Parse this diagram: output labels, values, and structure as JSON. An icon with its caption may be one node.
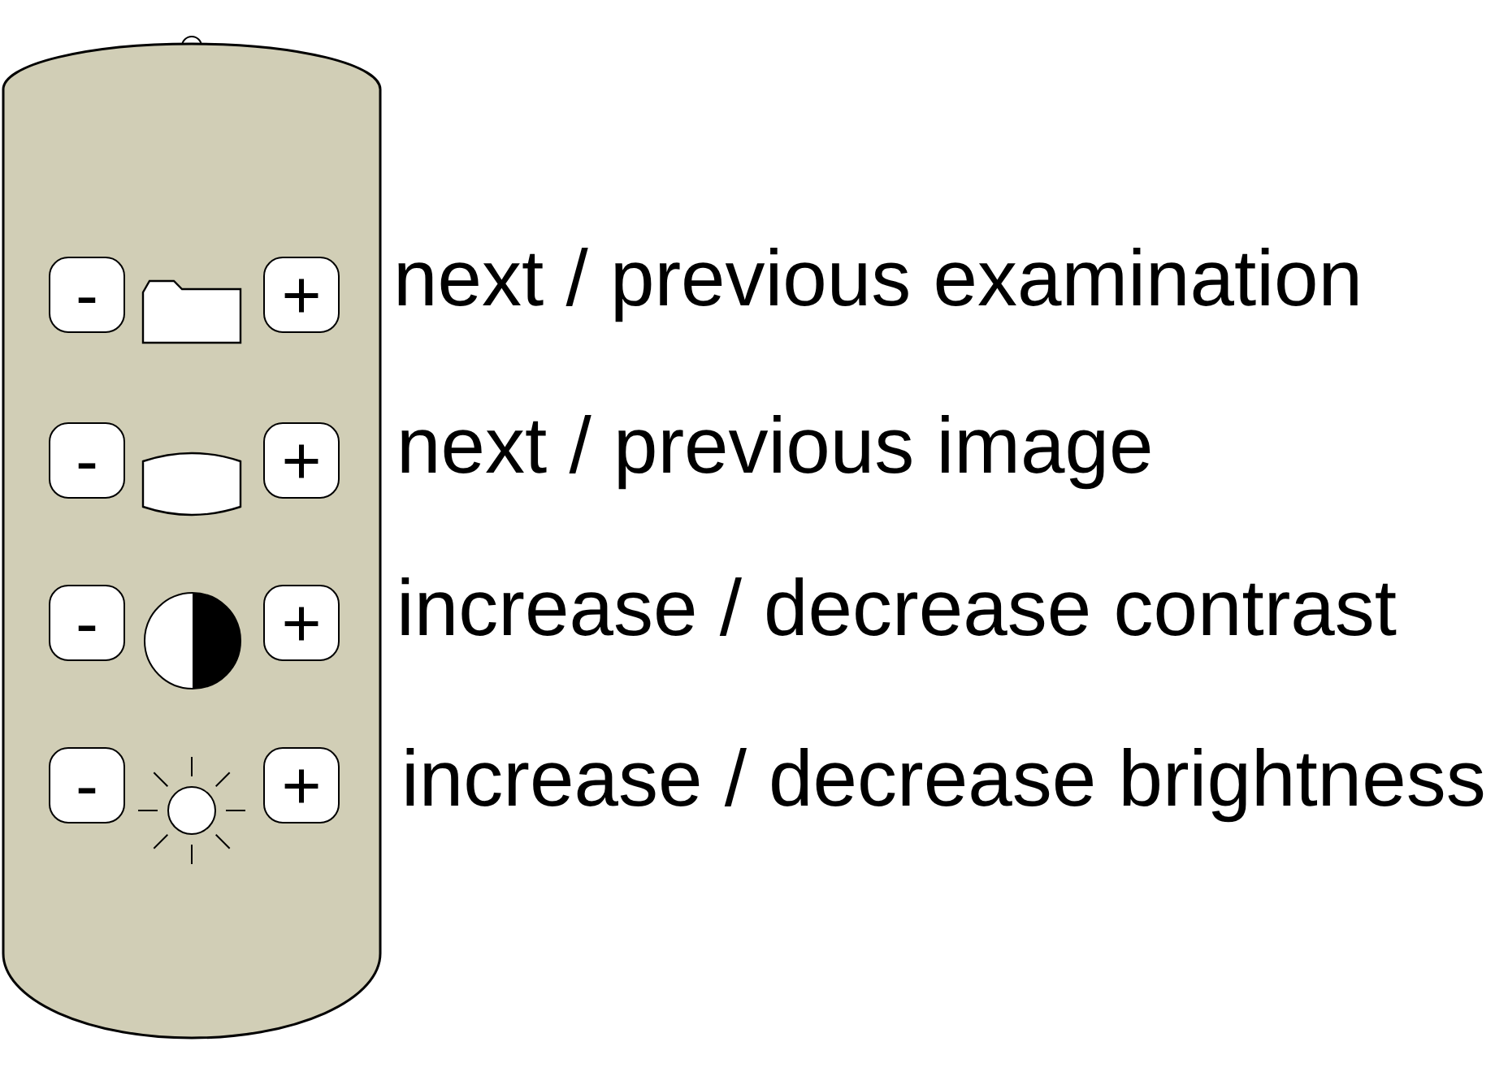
{
  "diagram": {
    "nodes": [
      {
        "text": [],
        "shape": "box"
      },
      {
        "text": [
          "-"
        ],
        "in": 0
      },
      {
        "text": [
          "+"
        ],
        "in": 0
      },
      {
        "text": [
          "-"
        ],
        "in": 0
      },
      {
        "text": [
          "+"
        ],
        "in": 0
      },
      {
        "text": [
          "-"
        ],
        "in": 0
      },
      {
        "text": [
          "+"
        ],
        "in": 0
      },
      {
        "text": [
          "-"
        ],
        "in": 0
      },
      {
        "text": [
          "+"
        ],
        "in": 0
      }
    ],
    "labels": [
      "next / previous examination",
      "next / previous image",
      "increase / decrease contrast",
      "increase / decrease brightness"
    ]
  }
}
